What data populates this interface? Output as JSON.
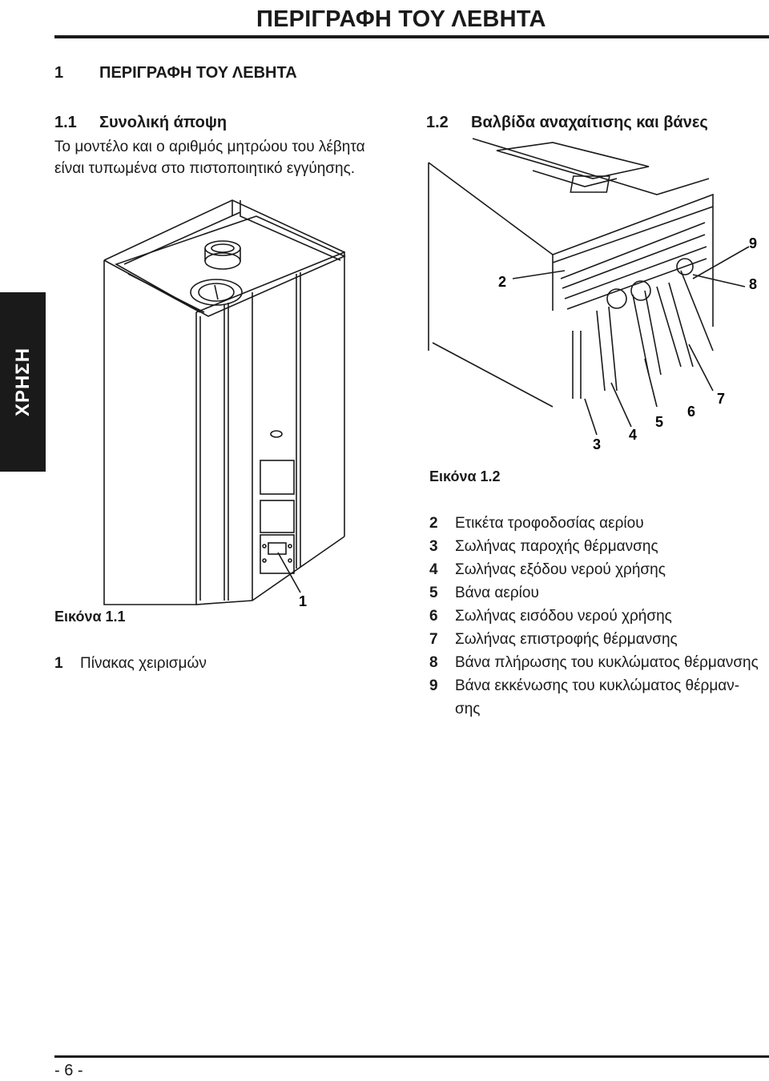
{
  "header": {
    "title": "ΠΕΡΙΓΡΑΦΗ ΤΟΥ ΛΕΒΗΤΑ"
  },
  "section": {
    "num": "1",
    "title": "ΠΕΡΙΓΡΑΦΗ ΤΟΥ ΛΕΒΗΤΑ"
  },
  "sub1": {
    "num": "1.1",
    "title": "Συνολική άποψη",
    "text_line1": "Το μοντέλο και ο αριθμός μητρώου του λέβητα",
    "text_line2": "είναι τυπωμένα στο πιστοποιητικό εγγύησης."
  },
  "sub2": {
    "num": "1.2",
    "title": "Βαλβίδα αναχαίτισης και βάνες"
  },
  "side_tab": {
    "label": "ΧΡΗΣΗ"
  },
  "figure1": {
    "caption": "Εικόνα 1.1",
    "callout": "1",
    "legend": [
      {
        "num": "1",
        "text": "Πίνακας χειρισμών"
      }
    ]
  },
  "figure2": {
    "caption": "Εικόνα 1.2",
    "callouts": [
      "2",
      "3",
      "4",
      "5",
      "6",
      "7",
      "8",
      "9"
    ],
    "legend": [
      {
        "num": "2",
        "text": "Ετικέτα τροφοδοσίας αερίου"
      },
      {
        "num": "3",
        "text": "Σωλήνας παροχής θέρμανσης"
      },
      {
        "num": "4",
        "text": "Σωλήνας εξόδου νερού χρήσης"
      },
      {
        "num": "5",
        "text": "Βάνα αερίου"
      },
      {
        "num": "6",
        "text": "Σωλήνας εισόδου νερού χρήσης"
      },
      {
        "num": "7",
        "text": "Σωλήνας επιστροφής θέρμανσης"
      },
      {
        "num": "8",
        "text": "Βάνα πλήρωσης του κυκλώματος θέρμανσης"
      },
      {
        "num": "9",
        "text": "Βάνα εκκένωσης του κυκλώματος θέρμαν-"
      },
      {
        "num": "",
        "text": "σης"
      }
    ]
  },
  "footer": {
    "page": "- 6 -"
  }
}
